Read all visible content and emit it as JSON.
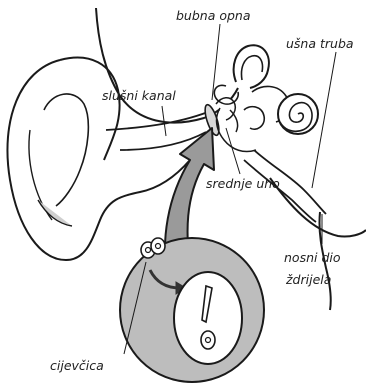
{
  "labels": {
    "bubna_opna": "bubna opna",
    "usna_truba": "ušna truba",
    "slusni_kanal": "slušni kanal",
    "srednje_uho": "srednje uho",
    "nosni_dio": "nosni dio",
    "zdrijela": "ždrijela",
    "cjevcica": "cijevčica"
  },
  "colors": {
    "line": "#1a1a1a",
    "inset_fill": "#bdbdbd",
    "arrow_fill": "#9a9a9a",
    "ear_shading": "#cfcfcf",
    "background": "#ffffff"
  }
}
